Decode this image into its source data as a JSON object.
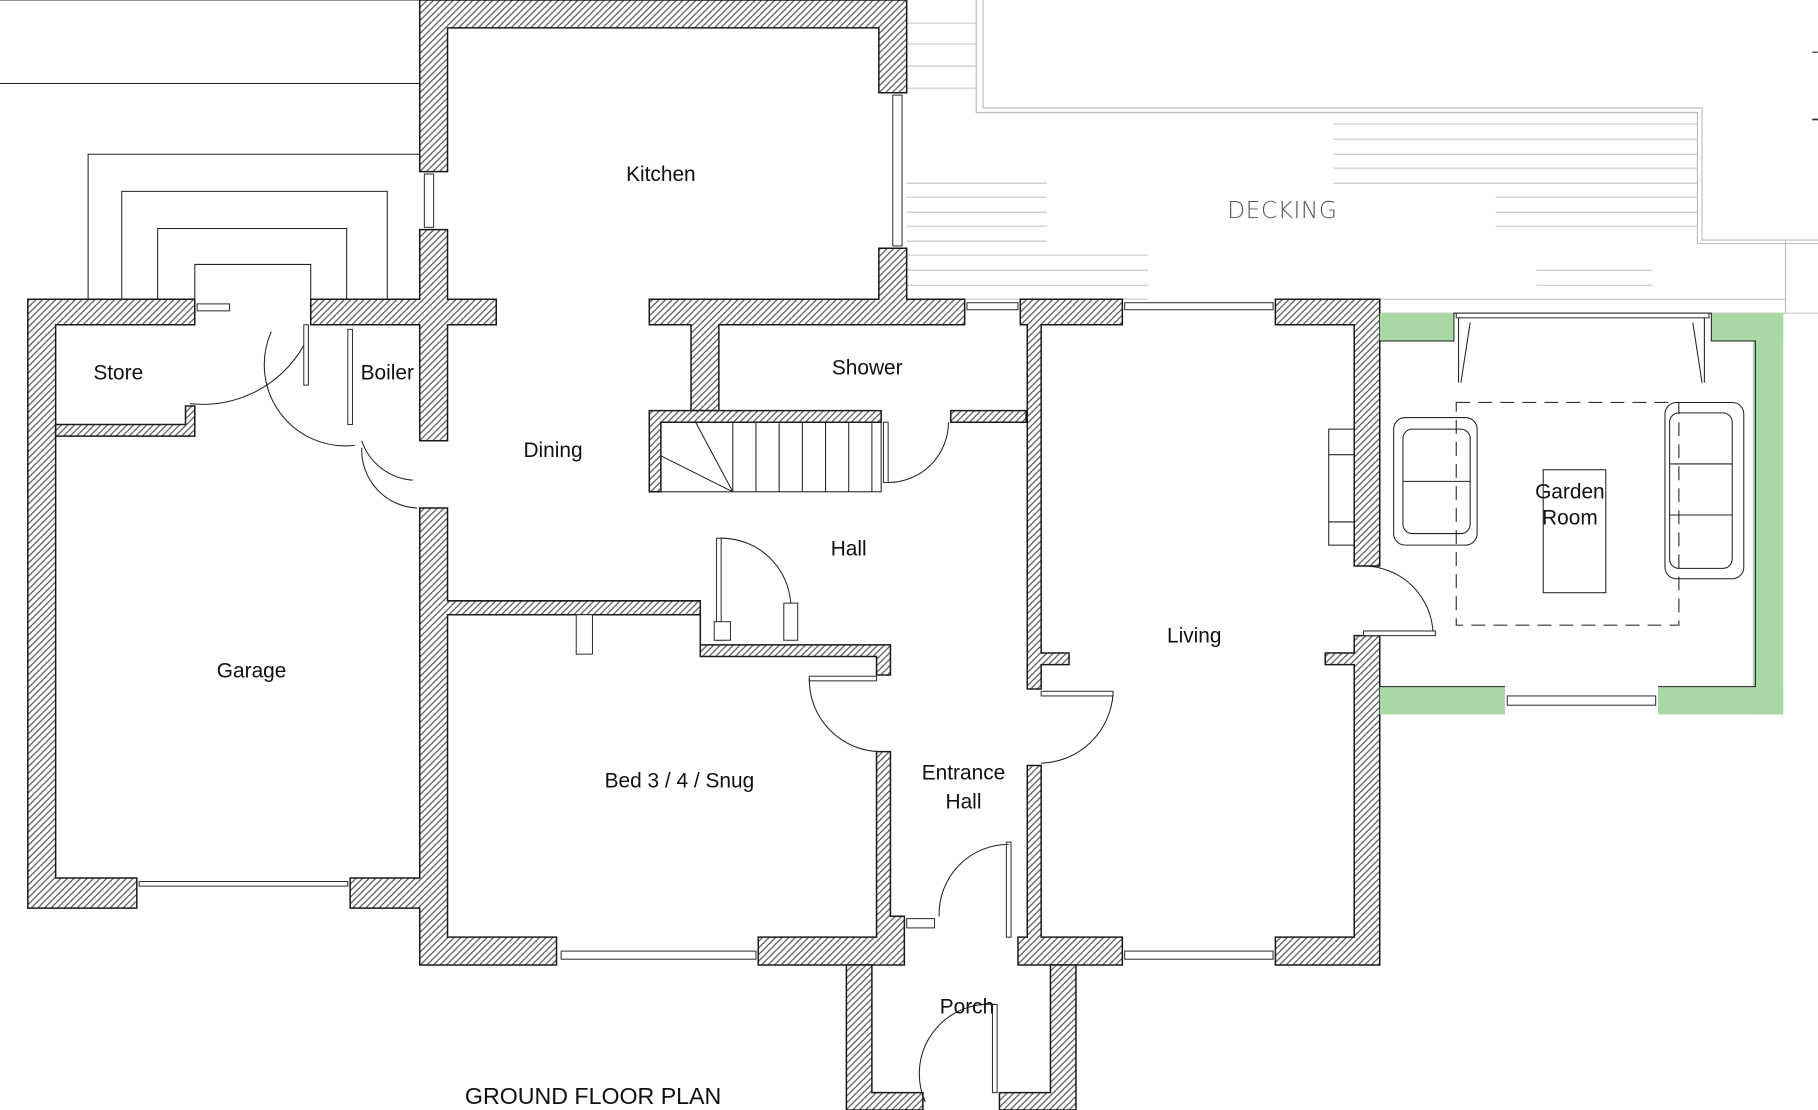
{
  "plan": {
    "title": "GROUND FLOOR PLAN",
    "outdoor_label": "DECKING",
    "rooms": [
      {
        "id": "kitchen",
        "label": "Kitchen"
      },
      {
        "id": "store",
        "label": "Store"
      },
      {
        "id": "boiler",
        "label": "Boiler"
      },
      {
        "id": "dining",
        "label": "Dining"
      },
      {
        "id": "shower",
        "label": "Shower"
      },
      {
        "id": "hall",
        "label": "Hall"
      },
      {
        "id": "garage",
        "label": "Garage"
      },
      {
        "id": "living",
        "label": "Living"
      },
      {
        "id": "garden_room",
        "label_line1": "Garden",
        "label_line2": "Room"
      },
      {
        "id": "bed_snug",
        "label": "Bed 3 / 4 / Snug"
      },
      {
        "id": "entrance_hall",
        "label_line1": "Entrance",
        "label_line2": "Hall"
      },
      {
        "id": "porch",
        "label": "Porch"
      }
    ],
    "colors": {
      "wall_fill": "#9a9a9a",
      "wall_stroke": "#1a1a1a",
      "extension_fill": "#a8d8a4",
      "decking_lines": "#c8c8c8",
      "background": "#ffffff"
    }
  }
}
